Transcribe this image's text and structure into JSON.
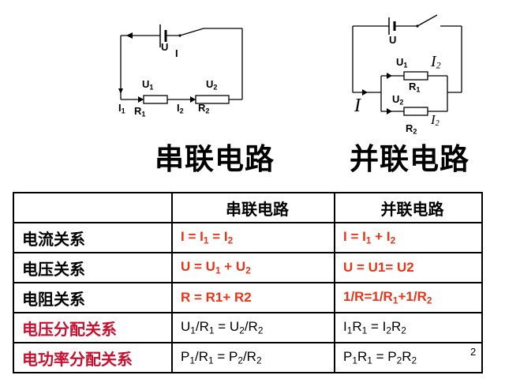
{
  "series_circuit": {
    "voltage": "U",
    "current": "I",
    "u1": "U",
    "u1_sub": "1",
    "u2": "U",
    "u2_sub": "2",
    "r1": "R",
    "r1_sub": "1",
    "r2": "R",
    "r2_sub": "2",
    "i1": "I",
    "i1_sub": "1",
    "i2": "I",
    "i2_sub": "2"
  },
  "parallel_circuit": {
    "voltage": "U",
    "u1": "U",
    "u1_sub": "1",
    "u2": "U",
    "u2_sub": "2",
    "r1": "R",
    "r1_sub": "1",
    "r2": "R",
    "r2_sub": "2",
    "total_current": "I",
    "i2_top": "I",
    "i2_top_sub": "2",
    "i2_bottom": "I",
    "i2_bottom_sub": "2"
  },
  "titles": {
    "series": "串联电路",
    "parallel": "并联电路"
  },
  "table": {
    "headers": [
      "",
      "串联电路",
      "并联电路"
    ],
    "rows": [
      {
        "label": "电流关系",
        "series": [
          "I = I",
          "1",
          " = I",
          "2"
        ],
        "parallel": [
          "I = I",
          "1",
          " + I",
          "2"
        ]
      },
      {
        "label": "电压关系",
        "series": [
          "U = U",
          "1",
          " + U",
          "2"
        ],
        "parallel": [
          "U = U1= U2"
        ]
      },
      {
        "label": "电阻关系",
        "series": [
          "R = R1+ R2"
        ],
        "parallel": [
          "1/R=1/R",
          "1",
          "+1/R",
          "2"
        ]
      },
      {
        "label": "电压分配关系",
        "series": [
          "U",
          "1",
          "/R",
          "1",
          " = U",
          "2",
          "/R",
          "2"
        ],
        "parallel": [
          "I",
          "1",
          "R",
          "1",
          " = I",
          "2",
          "R",
          "2"
        ]
      },
      {
        "label": "电功率分配关系",
        "series": [
          "P",
          "1",
          "/R",
          "1",
          " = P",
          "2",
          "/R",
          "2"
        ],
        "parallel": [
          "P",
          "1",
          "R",
          "1",
          " = P",
          "2",
          "R",
          "2"
        ]
      }
    ]
  },
  "page_number": "2",
  "colors": {
    "formula_red": "#e8351a",
    "label_red": "#c8102e",
    "line": "#000000"
  }
}
